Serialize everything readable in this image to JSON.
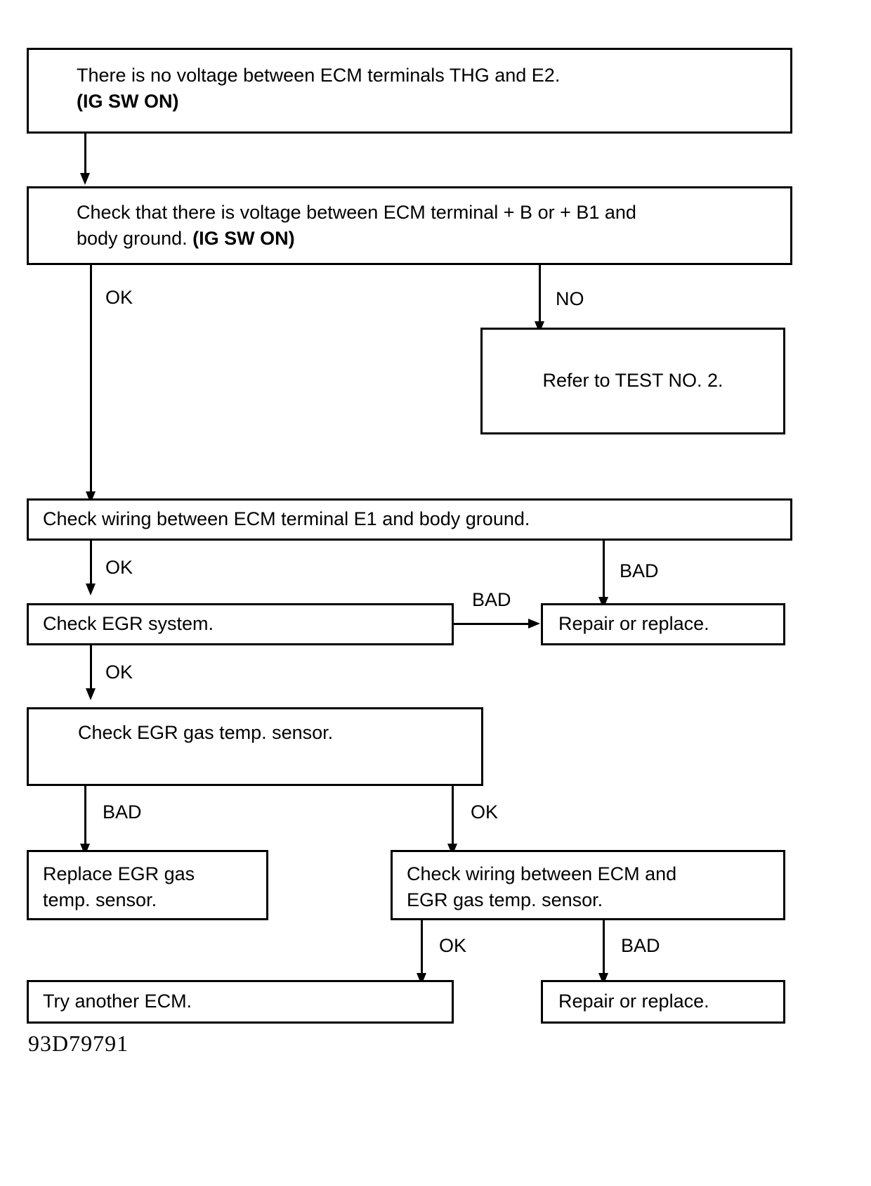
{
  "document": {
    "type": "troubleshooting-flowchart",
    "page_id": "93D79791",
    "colors": {
      "ink": "#000000",
      "paper": "#ffffff"
    }
  },
  "nodes": [
    {
      "id": "n1",
      "name": "no-voltage-thg-e2",
      "lines": [
        "There is no voltage between ECM terminals THG and E2.",
        "(IG SW ON)"
      ],
      "bold_lines": [
        false,
        true
      ]
    },
    {
      "id": "n2",
      "name": "check-voltage-b-b1",
      "lines": [
        "Check that there is voltage between ECM terminal  + B or  + B1 and",
        "body ground. "
      ],
      "bold_tail": "(IG SW ON)"
    },
    {
      "id": "n3",
      "name": "refer-test-no-2",
      "lines": [
        "Refer to TEST NO. 2."
      ]
    },
    {
      "id": "n4",
      "name": "check-wiring-e1-body-ground",
      "lines": [
        "Check wiring between ECM terminal E1 and body ground."
      ]
    },
    {
      "id": "n5",
      "name": "check-egr-system",
      "lines": [
        "Check EGR system."
      ]
    },
    {
      "id": "n6",
      "name": "repair-or-replace-upper",
      "lines": [
        "Repair or replace."
      ]
    },
    {
      "id": "n7",
      "name": "check-egr-gas-temp-sensor",
      "lines": [
        "Check EGR gas temp. sensor."
      ]
    },
    {
      "id": "n8",
      "name": "replace-egr-gas-temp-sensor",
      "lines": [
        "Replace EGR gas",
        "temp. sensor."
      ]
    },
    {
      "id": "n9",
      "name": "check-wiring-ecm-egr-sensor",
      "lines": [
        "Check wiring between ECM and",
        "EGR gas temp. sensor."
      ]
    },
    {
      "id": "n10",
      "name": "try-another-ecm",
      "lines": [
        "Try another ECM."
      ]
    },
    {
      "id": "n11",
      "name": "repair-or-replace-lower",
      "lines": [
        "Repair or replace."
      ]
    }
  ],
  "edges": [
    {
      "id": "e1",
      "from": "n1",
      "to": "n2",
      "label": ""
    },
    {
      "id": "e2",
      "from": "n2",
      "to": "n4",
      "label": "OK"
    },
    {
      "id": "e3",
      "from": "n2",
      "to": "n3",
      "label": "NO"
    },
    {
      "id": "e4",
      "from": "n4",
      "to": "n5",
      "label": "OK"
    },
    {
      "id": "e5",
      "from": "n4",
      "to": "n6",
      "label": "BAD"
    },
    {
      "id": "e6",
      "from": "n5",
      "to": "n6",
      "label": "BAD"
    },
    {
      "id": "e7",
      "from": "n5",
      "to": "n7",
      "label": "OK"
    },
    {
      "id": "e8",
      "from": "n7",
      "to": "n8",
      "label": "BAD"
    },
    {
      "id": "e9",
      "from": "n7",
      "to": "n9",
      "label": "OK"
    },
    {
      "id": "e10",
      "from": "n9",
      "to": "n10",
      "label": "OK"
    },
    {
      "id": "e11",
      "from": "n9",
      "to": "n11",
      "label": "BAD"
    }
  ]
}
